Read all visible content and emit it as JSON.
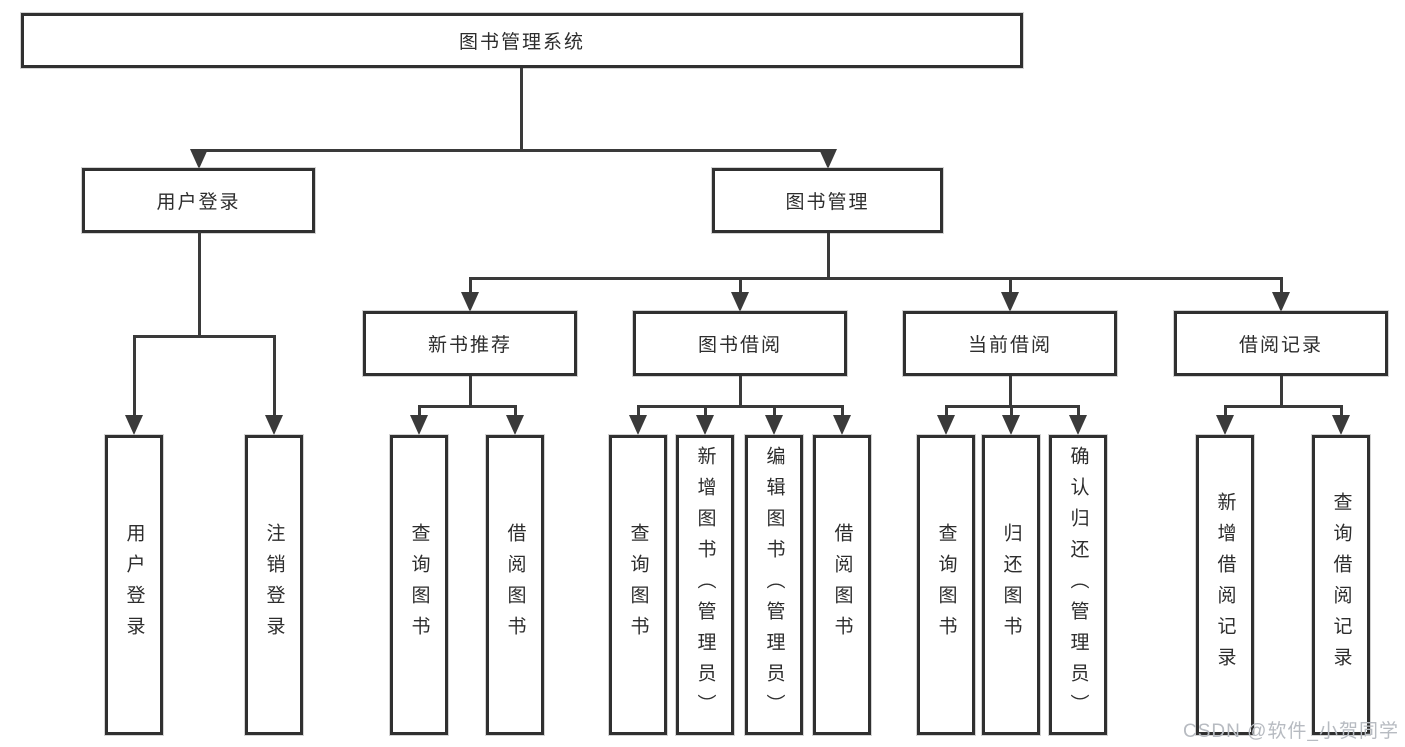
{
  "diagram": {
    "title": "图书管理系统",
    "level2": {
      "user_login": "用户登录",
      "book_mgmt": "图书管理"
    },
    "level3": {
      "new_book_rec": "新书推荐",
      "book_borrow": "图书借阅",
      "current_borrow": "当前借阅",
      "borrow_record": "借阅记录"
    },
    "leaves": {
      "user": [
        "用户登录",
        "注销登录"
      ],
      "newbook": [
        "查询图书",
        "借阅图书"
      ],
      "borrow": [
        "查询图书",
        "新增图书（管理员）",
        "编辑图书（管理员）",
        "借阅图书"
      ],
      "current": [
        "查询图书",
        "归还图书",
        "确认归还（管理员）"
      ],
      "record": [
        "新增借阅记录",
        "查询借阅记录"
      ]
    }
  },
  "watermark": "CSDN @软件_小贺同学",
  "colors": {
    "line": "#3a3a3a",
    "border": "#303030",
    "text": "#2d2d2d",
    "watermark": "#b7bbc1",
    "background": "#ffffff"
  }
}
